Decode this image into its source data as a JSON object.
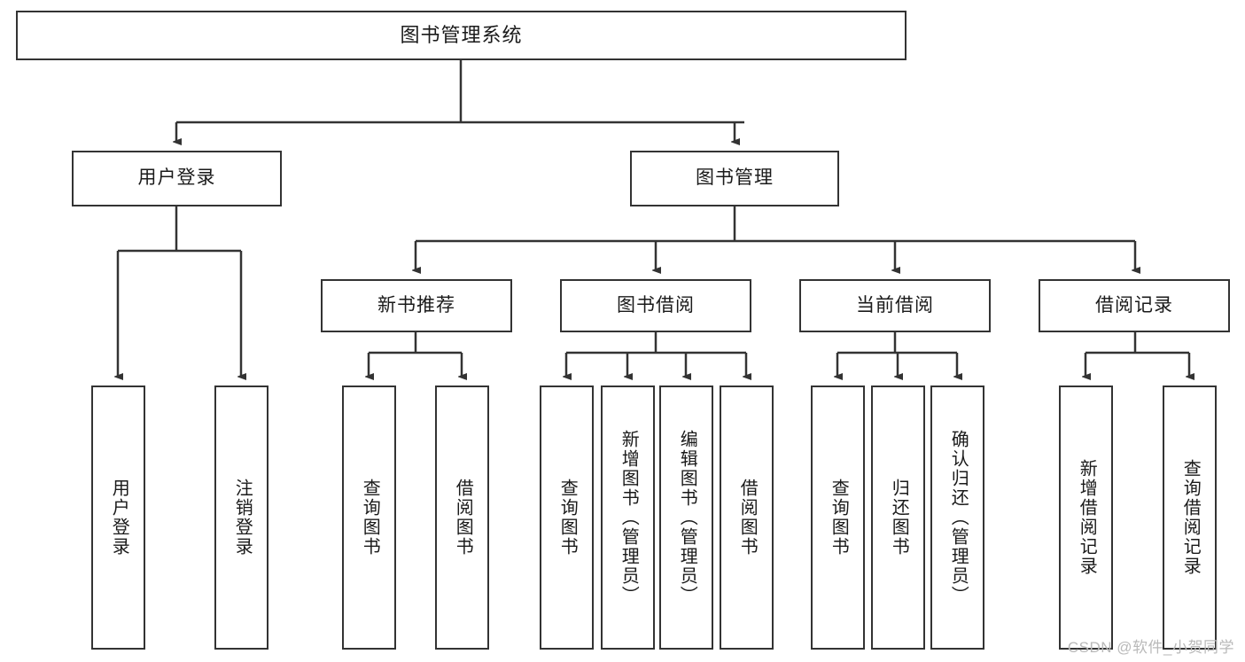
{
  "diagram": {
    "type": "hierarchy-tree",
    "title": "图书管理系统",
    "watermark": "CSDN @软件_小贺同学",
    "colors": {
      "stroke": "#333333",
      "fill": "#ffffff",
      "text": "#1a1a1a",
      "watermark": "#b9b9b9"
    },
    "levels": {
      "level0": [
        {
          "id": "root",
          "label": "图书管理系统",
          "orientation": "horizontal"
        }
      ],
      "level1": [
        {
          "id": "user-login",
          "label": "用户登录",
          "orientation": "horizontal"
        },
        {
          "id": "book-manage",
          "label": "图书管理",
          "orientation": "horizontal"
        }
      ],
      "level2": [
        {
          "id": "new-book-rec",
          "label": "新书推荐",
          "orientation": "horizontal",
          "parent": "book-manage"
        },
        {
          "id": "book-borrow",
          "label": "图书借阅",
          "orientation": "horizontal",
          "parent": "book-manage"
        },
        {
          "id": "current-borrow",
          "label": "当前借阅",
          "orientation": "horizontal",
          "parent": "book-manage"
        },
        {
          "id": "borrow-record",
          "label": "借阅记录",
          "orientation": "horizontal",
          "parent": "book-manage"
        }
      ],
      "level3": [
        {
          "id": "leaf-user-login",
          "label": "用户登录",
          "orientation": "vertical",
          "parent": "user-login"
        },
        {
          "id": "leaf-user-logout",
          "label": "注销登录",
          "orientation": "vertical",
          "parent": "user-login"
        },
        {
          "id": "leaf-query-book-1",
          "label": "查询图书",
          "orientation": "vertical",
          "parent": "new-book-rec"
        },
        {
          "id": "leaf-borrow-book-1",
          "label": "借阅图书",
          "orientation": "vertical",
          "parent": "new-book-rec"
        },
        {
          "id": "leaf-query-book-2",
          "label": "查询图书",
          "orientation": "vertical",
          "parent": "book-borrow"
        },
        {
          "id": "leaf-add-book",
          "label": "新增图书（管理员）",
          "orientation": "vertical",
          "parent": "book-borrow"
        },
        {
          "id": "leaf-edit-book",
          "label": "编辑图书（管理员）",
          "orientation": "vertical",
          "parent": "book-borrow"
        },
        {
          "id": "leaf-borrow-book-2",
          "label": "借阅图书",
          "orientation": "vertical",
          "parent": "book-borrow"
        },
        {
          "id": "leaf-query-book-3",
          "label": "查询图书",
          "orientation": "vertical",
          "parent": "current-borrow"
        },
        {
          "id": "leaf-return-book",
          "label": "归还图书",
          "orientation": "vertical",
          "parent": "current-borrow"
        },
        {
          "id": "leaf-confirm-return",
          "label": "确认归还（管理员）",
          "orientation": "vertical",
          "parent": "current-borrow"
        },
        {
          "id": "leaf-add-record",
          "label": "新增借阅记录",
          "orientation": "vertical",
          "parent": "borrow-record"
        },
        {
          "id": "leaf-query-record",
          "label": "查询借阅记录",
          "orientation": "vertical",
          "parent": "borrow-record"
        }
      ]
    }
  }
}
